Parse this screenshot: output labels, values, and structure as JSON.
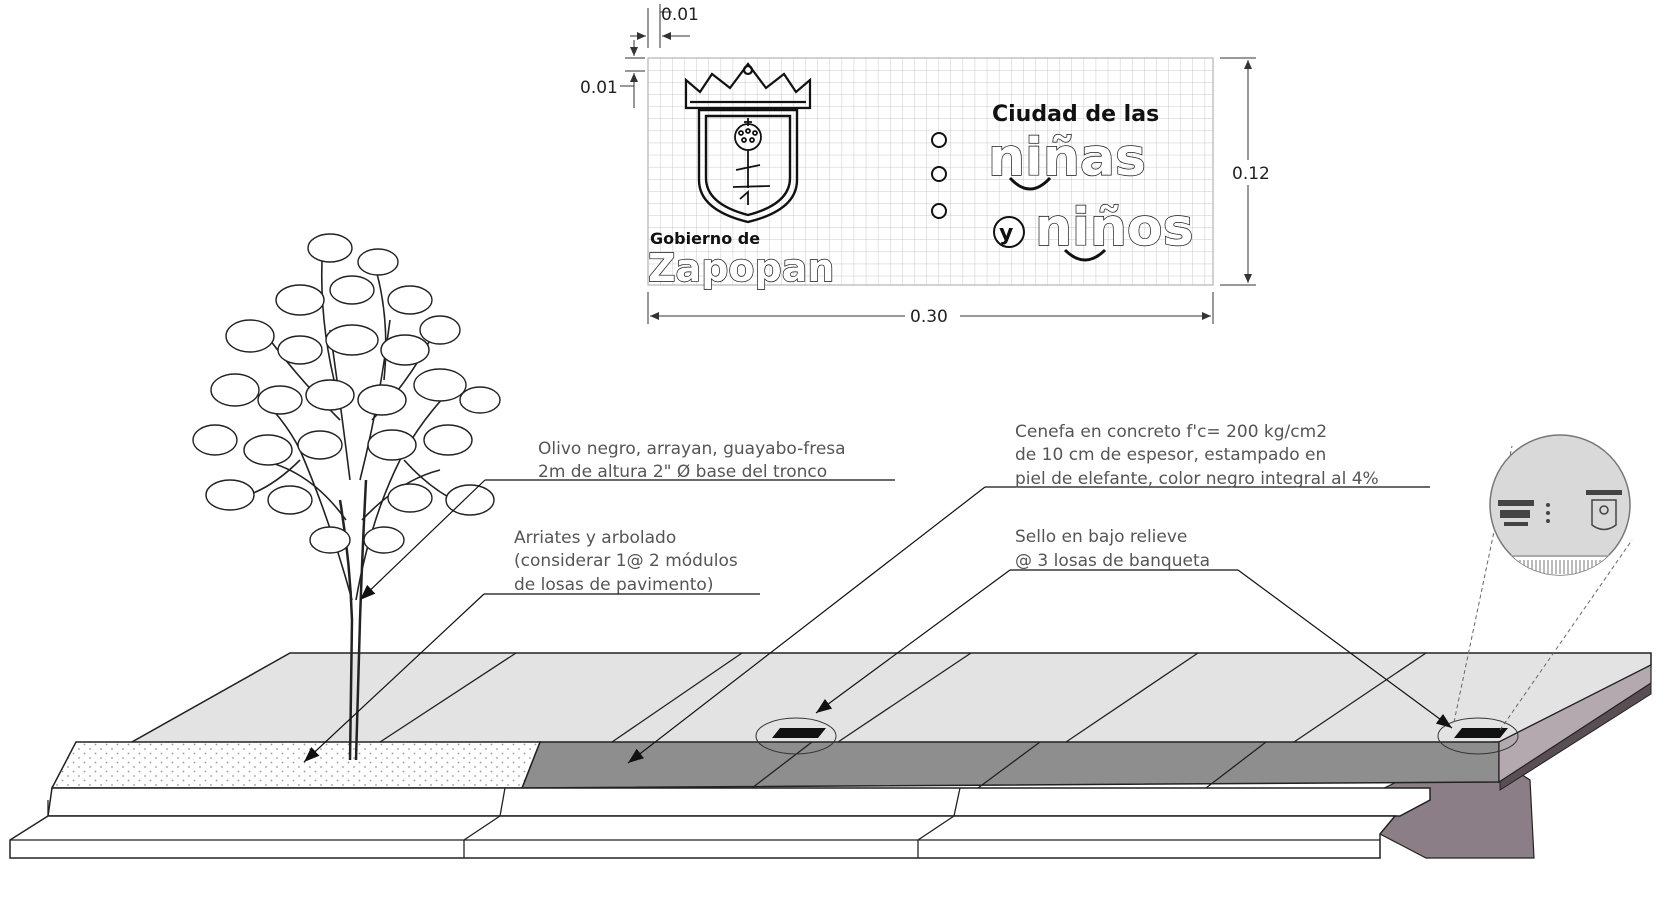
{
  "dimensions": {
    "top_offset": "0.01",
    "left_offset": "0.01",
    "height": "0.12",
    "width": "0.30"
  },
  "logo": {
    "line1": "Gobierno de",
    "line2": "Zapopan",
    "slogan_line1": "Ciudad de las",
    "slogan_line2": "niñas",
    "slogan_line3a": "y",
    "slogan_line3b": "niños"
  },
  "notes": {
    "tree_line1": "Olivo negro, arrayan, guayabo-fresa",
    "tree_line2": "2m de altura 2\" Ø base del tronco",
    "planter_line1": "Arriates y arbolado",
    "planter_line2": "(considerar 1@ 2 módulos",
    "planter_line3": "de losas de pavimento)",
    "border_line1": "Cenefa en concreto f'c= 200 kg/cm2",
    "border_line2": "de 10 cm de espesor, estampado en",
    "border_line3": "piel de elefante, color negro integral al 4%",
    "stamp_line1": "Sello en bajo relieve",
    "stamp_line2": "@ 3 losas de banqueta"
  },
  "colors": {
    "sidewalk": "#e3e3e3",
    "border_strip": "#8e8e8e",
    "curb": "#ffffff",
    "curb_shadow": "#8c7e86",
    "planter_dots": "#9a9a9a"
  }
}
